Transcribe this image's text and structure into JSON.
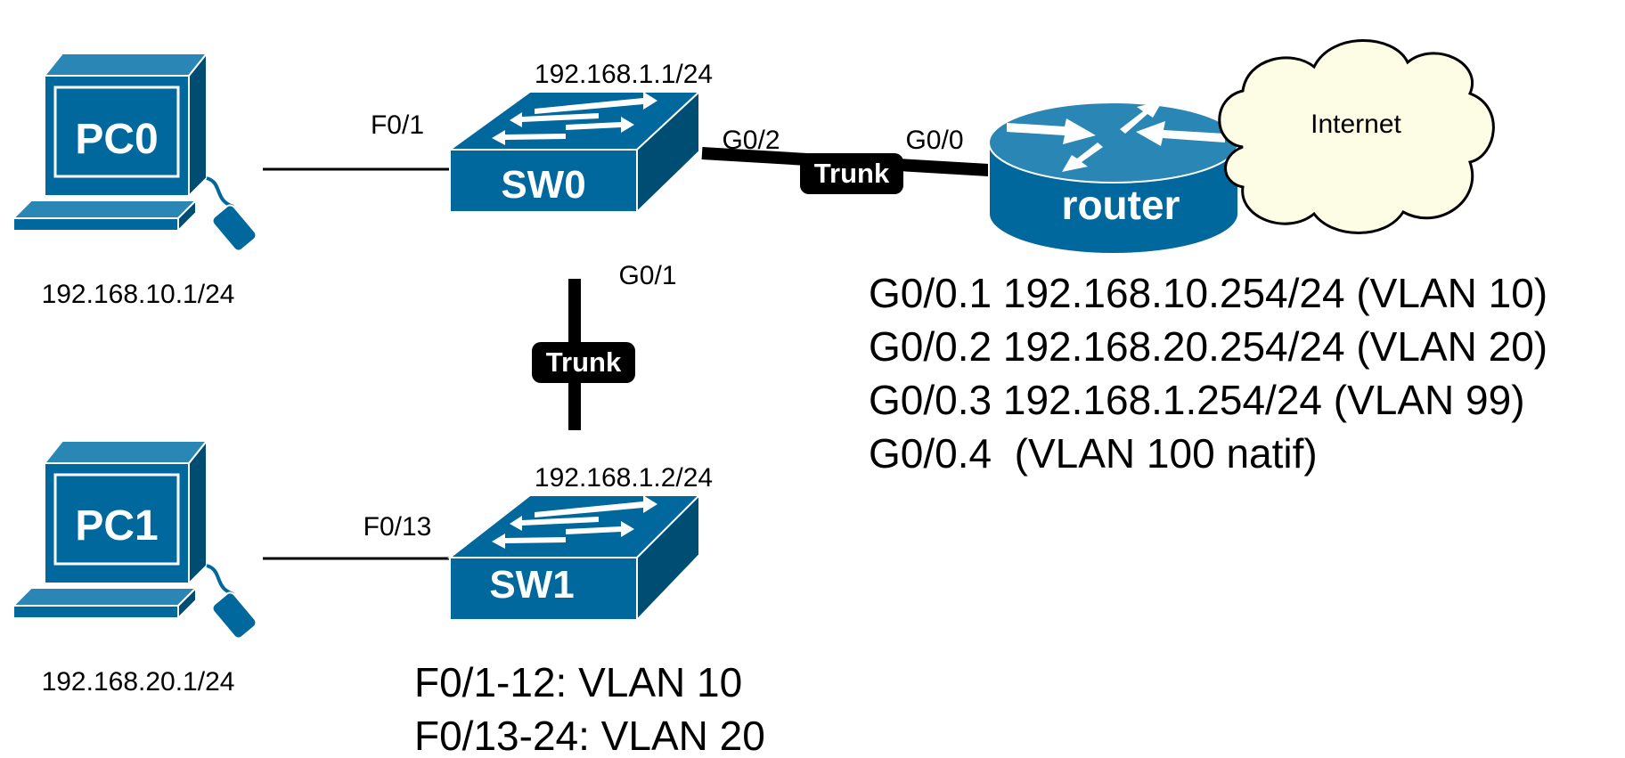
{
  "colors": {
    "device": "#00689d",
    "device_dark": "#004d74",
    "device_light": "#2a86b5",
    "cloud_fill": "#fdfde6",
    "line": "#000000"
  },
  "devices": {
    "pc0": {
      "name": "PC0",
      "ip": "192.168.10.1/24"
    },
    "pc1": {
      "name": "PC1",
      "ip": "192.168.20.1/24"
    },
    "sw0": {
      "name": "SW0",
      "ip": "192.168.1.1/24"
    },
    "sw1": {
      "name": "SW1",
      "ip": "192.168.1.2/24"
    },
    "router": {
      "name": "router"
    },
    "internet": {
      "name": "Internet"
    }
  },
  "links": {
    "pc0_sw0": {
      "port": "F0/1"
    },
    "pc1_sw1": {
      "port": "F0/13"
    },
    "sw0_router": {
      "sw_port": "G0/2",
      "router_port": "G0/0",
      "type": "Trunk"
    },
    "sw0_sw1": {
      "port": "G0/1",
      "type": "Trunk"
    }
  },
  "router_interfaces": [
    "G0/0.1 192.168.10.254/24 (VLAN 10)",
    "G0/0.2 192.168.20.254/24 (VLAN 20)",
    "G0/0.3 192.168.1.254/24 (VLAN 99)",
    "G0/0.4  (VLAN 100 natif)"
  ],
  "sw1_vlans": [
    "F0/1-12: VLAN 10",
    "F0/13-24: VLAN 20"
  ]
}
